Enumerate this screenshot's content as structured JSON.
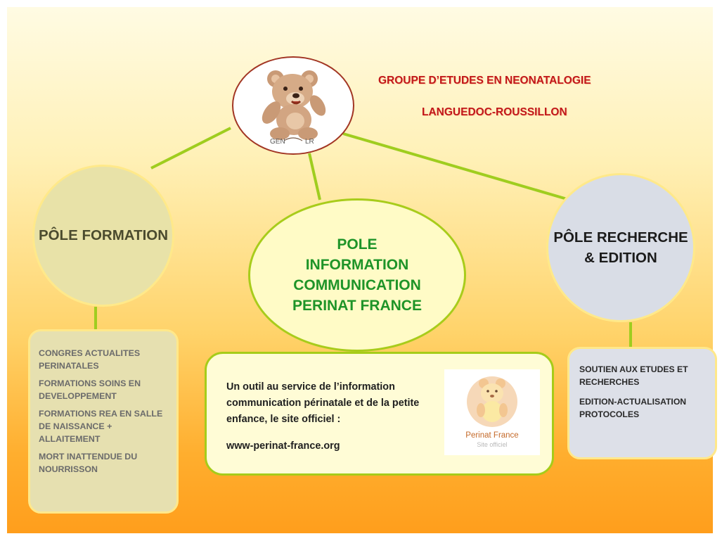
{
  "header": {
    "title_line1": "GROUPE D’ETUDES EN NEONATALOGIE",
    "title_line2": "LANGUEDOC-ROUSSILLON"
  },
  "logo": {
    "left_text": "GEN",
    "right_text": "LR"
  },
  "poles": {
    "formation": {
      "label": "PÔLE FORMATION",
      "items": [
        "CONGRES ACTUALITES PERINATALES",
        "FORMATIONS SOINS EN DEVELOPPEMENT",
        "FORMATIONS REA EN SALLE DE NAISSANCE + ALLAITEMENT",
        "MORT INATTENDUE DU NOURRISSON"
      ]
    },
    "information": {
      "lines": [
        "POLE",
        "INFORMATION",
        "COMMUNICATION",
        "PERINAT FRANCE"
      ],
      "description": "Un outil au service de l’information communication périnatale et de la petite enfance, le site officiel :",
      "url": "www-perinat-france.org",
      "logo_name": "Perinat France",
      "logo_sub": "Site officiel"
    },
    "recherche": {
      "lines": [
        "PÔLE RECHERCHE",
        "& EDITION"
      ],
      "items": [
        "SOUTIEN AUX ETUDES ET RECHERCHES",
        "EDITION-ACTUALISATION PROTOCOLES"
      ]
    }
  },
  "colors": {
    "connector": "#9fcd1f",
    "title_red": "#c0171a",
    "info_green": "#1e9428"
  }
}
